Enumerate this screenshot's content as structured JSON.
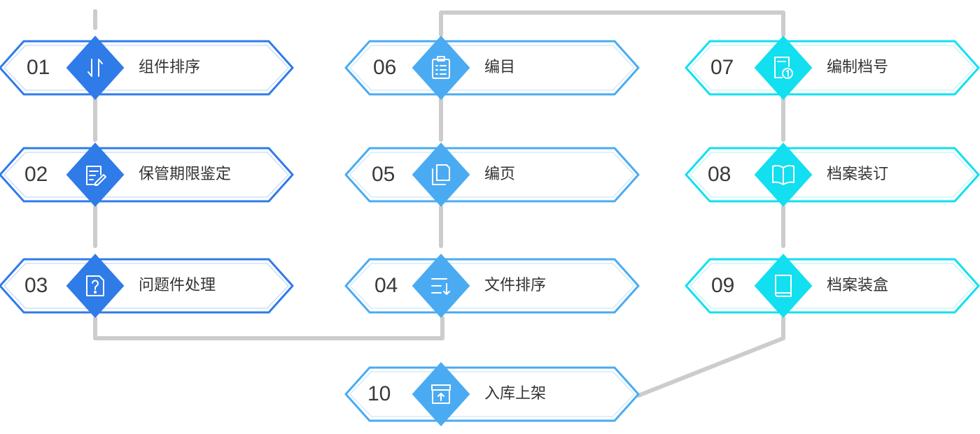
{
  "colors": {
    "column1": "#2f7be8",
    "column2": "#4aabf2",
    "column3": "#12dff0",
    "connector": "#cccccc",
    "label_text": "#333333"
  },
  "steps": [
    {
      "num": "01",
      "label": "组件排序",
      "icon": "sort-arrows-icon",
      "color": "column1"
    },
    {
      "num": "02",
      "label": "保管期限鉴定",
      "icon": "document-edit-icon",
      "color": "column1"
    },
    {
      "num": "03",
      "label": "问题件处理",
      "icon": "question-document-icon",
      "color": "column1"
    },
    {
      "num": "04",
      "label": "文件排序",
      "icon": "list-sort-icon",
      "color": "column2"
    },
    {
      "num": "05",
      "label": "编页",
      "icon": "copy-pages-icon",
      "color": "column2"
    },
    {
      "num": "06",
      "label": "编目",
      "icon": "clipboard-list-icon",
      "color": "column2"
    },
    {
      "num": "07",
      "label": "编制档号",
      "icon": "numbered-document-icon",
      "color": "column3"
    },
    {
      "num": "08",
      "label": "档案装订",
      "icon": "open-book-icon",
      "color": "column3"
    },
    {
      "num": "09",
      "label": "档案装盒",
      "icon": "book-box-icon",
      "color": "column3"
    },
    {
      "num": "10",
      "label": "入库上架",
      "icon": "archive-box-upload-icon",
      "color": "column2"
    }
  ]
}
